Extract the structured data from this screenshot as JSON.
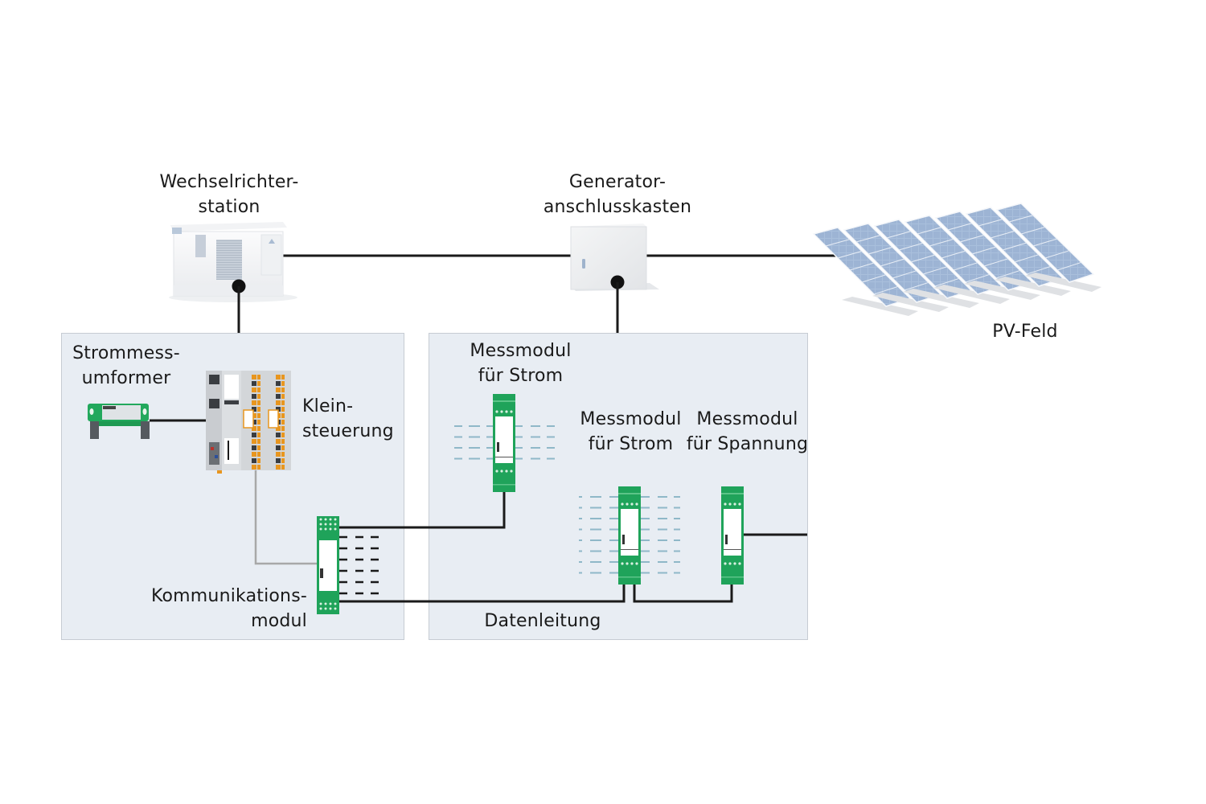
{
  "diagram": {
    "title_language": "de",
    "components": {
      "inverter_station": {
        "label_lines": [
          "Wechselrichter-",
          "station"
        ]
      },
      "generator_junction_box": {
        "label_lines": [
          "Generator-",
          "anschlusskasten"
        ]
      },
      "pv_field": {
        "label_lines": [
          "PV-Feld"
        ]
      },
      "current_transducer": {
        "label_lines": [
          "Strommess-",
          "umformer"
        ]
      },
      "small_controller": {
        "label_lines": [
          "Klein-",
          "steuerung"
        ]
      },
      "communication_module": {
        "label_lines": [
          "Kommunikations-",
          "modul"
        ]
      },
      "measure_module_current_1": {
        "label_lines": [
          "Messmodul",
          "für Strom"
        ]
      },
      "measure_module_current_2": {
        "label_lines": [
          "Messmodul",
          "für Strom"
        ]
      },
      "measure_module_voltage": {
        "label_lines": [
          "Messmodul",
          "für Spannung"
        ]
      },
      "data_line": {
        "label_lines": [
          "Datenleitung"
        ]
      }
    },
    "colors": {
      "panel_bg": "#e8edf3",
      "panel_border": "#c6ccd3",
      "wire": "#1a1a1a",
      "wire_gray": "#a8a8a8",
      "module_green": "#1fa35a",
      "dash_blue": "#8fb8c8",
      "pv_blue": "#9fb8d8"
    }
  }
}
